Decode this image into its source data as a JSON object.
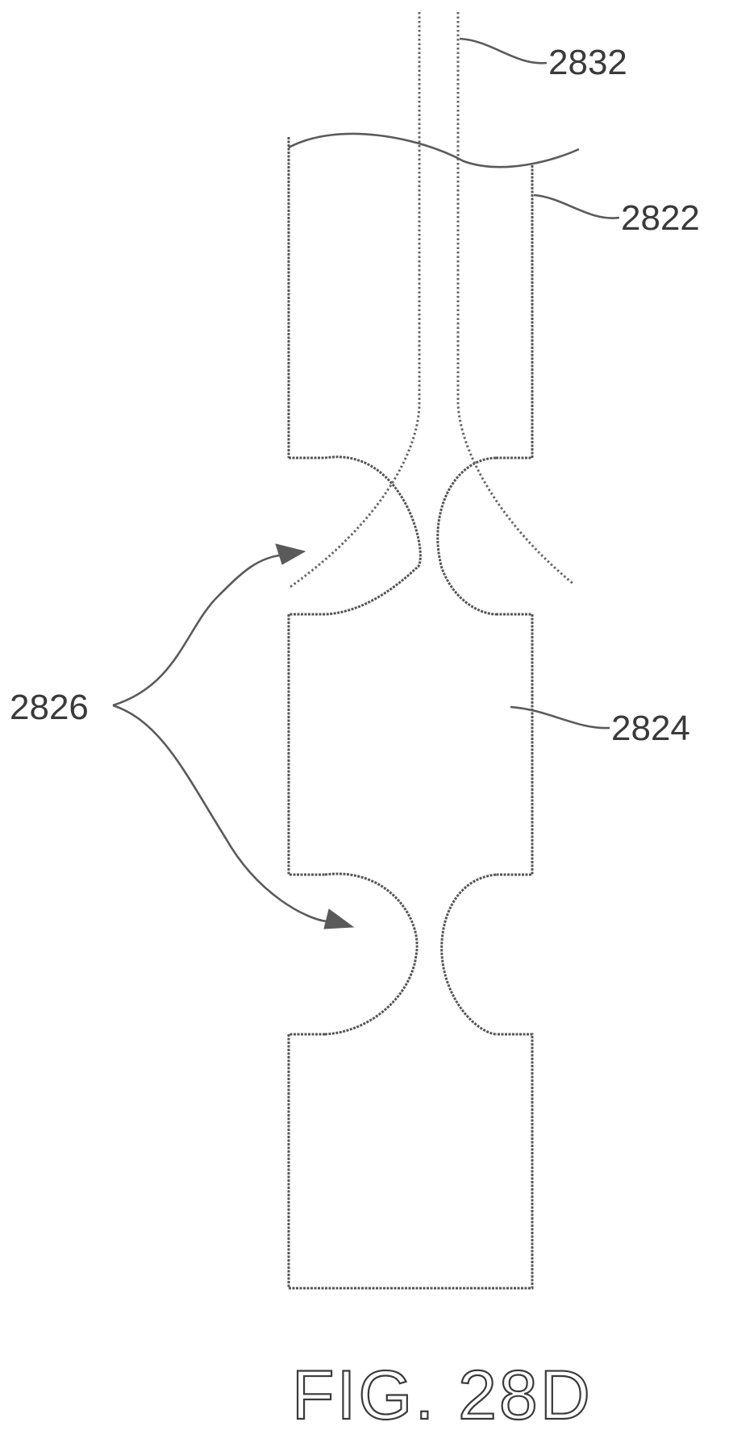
{
  "figure": {
    "caption": "FIG. 28D",
    "labels": {
      "wire": "2832",
      "upper_segment": "2822",
      "lower_segment": "2824",
      "flex_notches": "2826"
    },
    "line_color": "#555555"
  }
}
